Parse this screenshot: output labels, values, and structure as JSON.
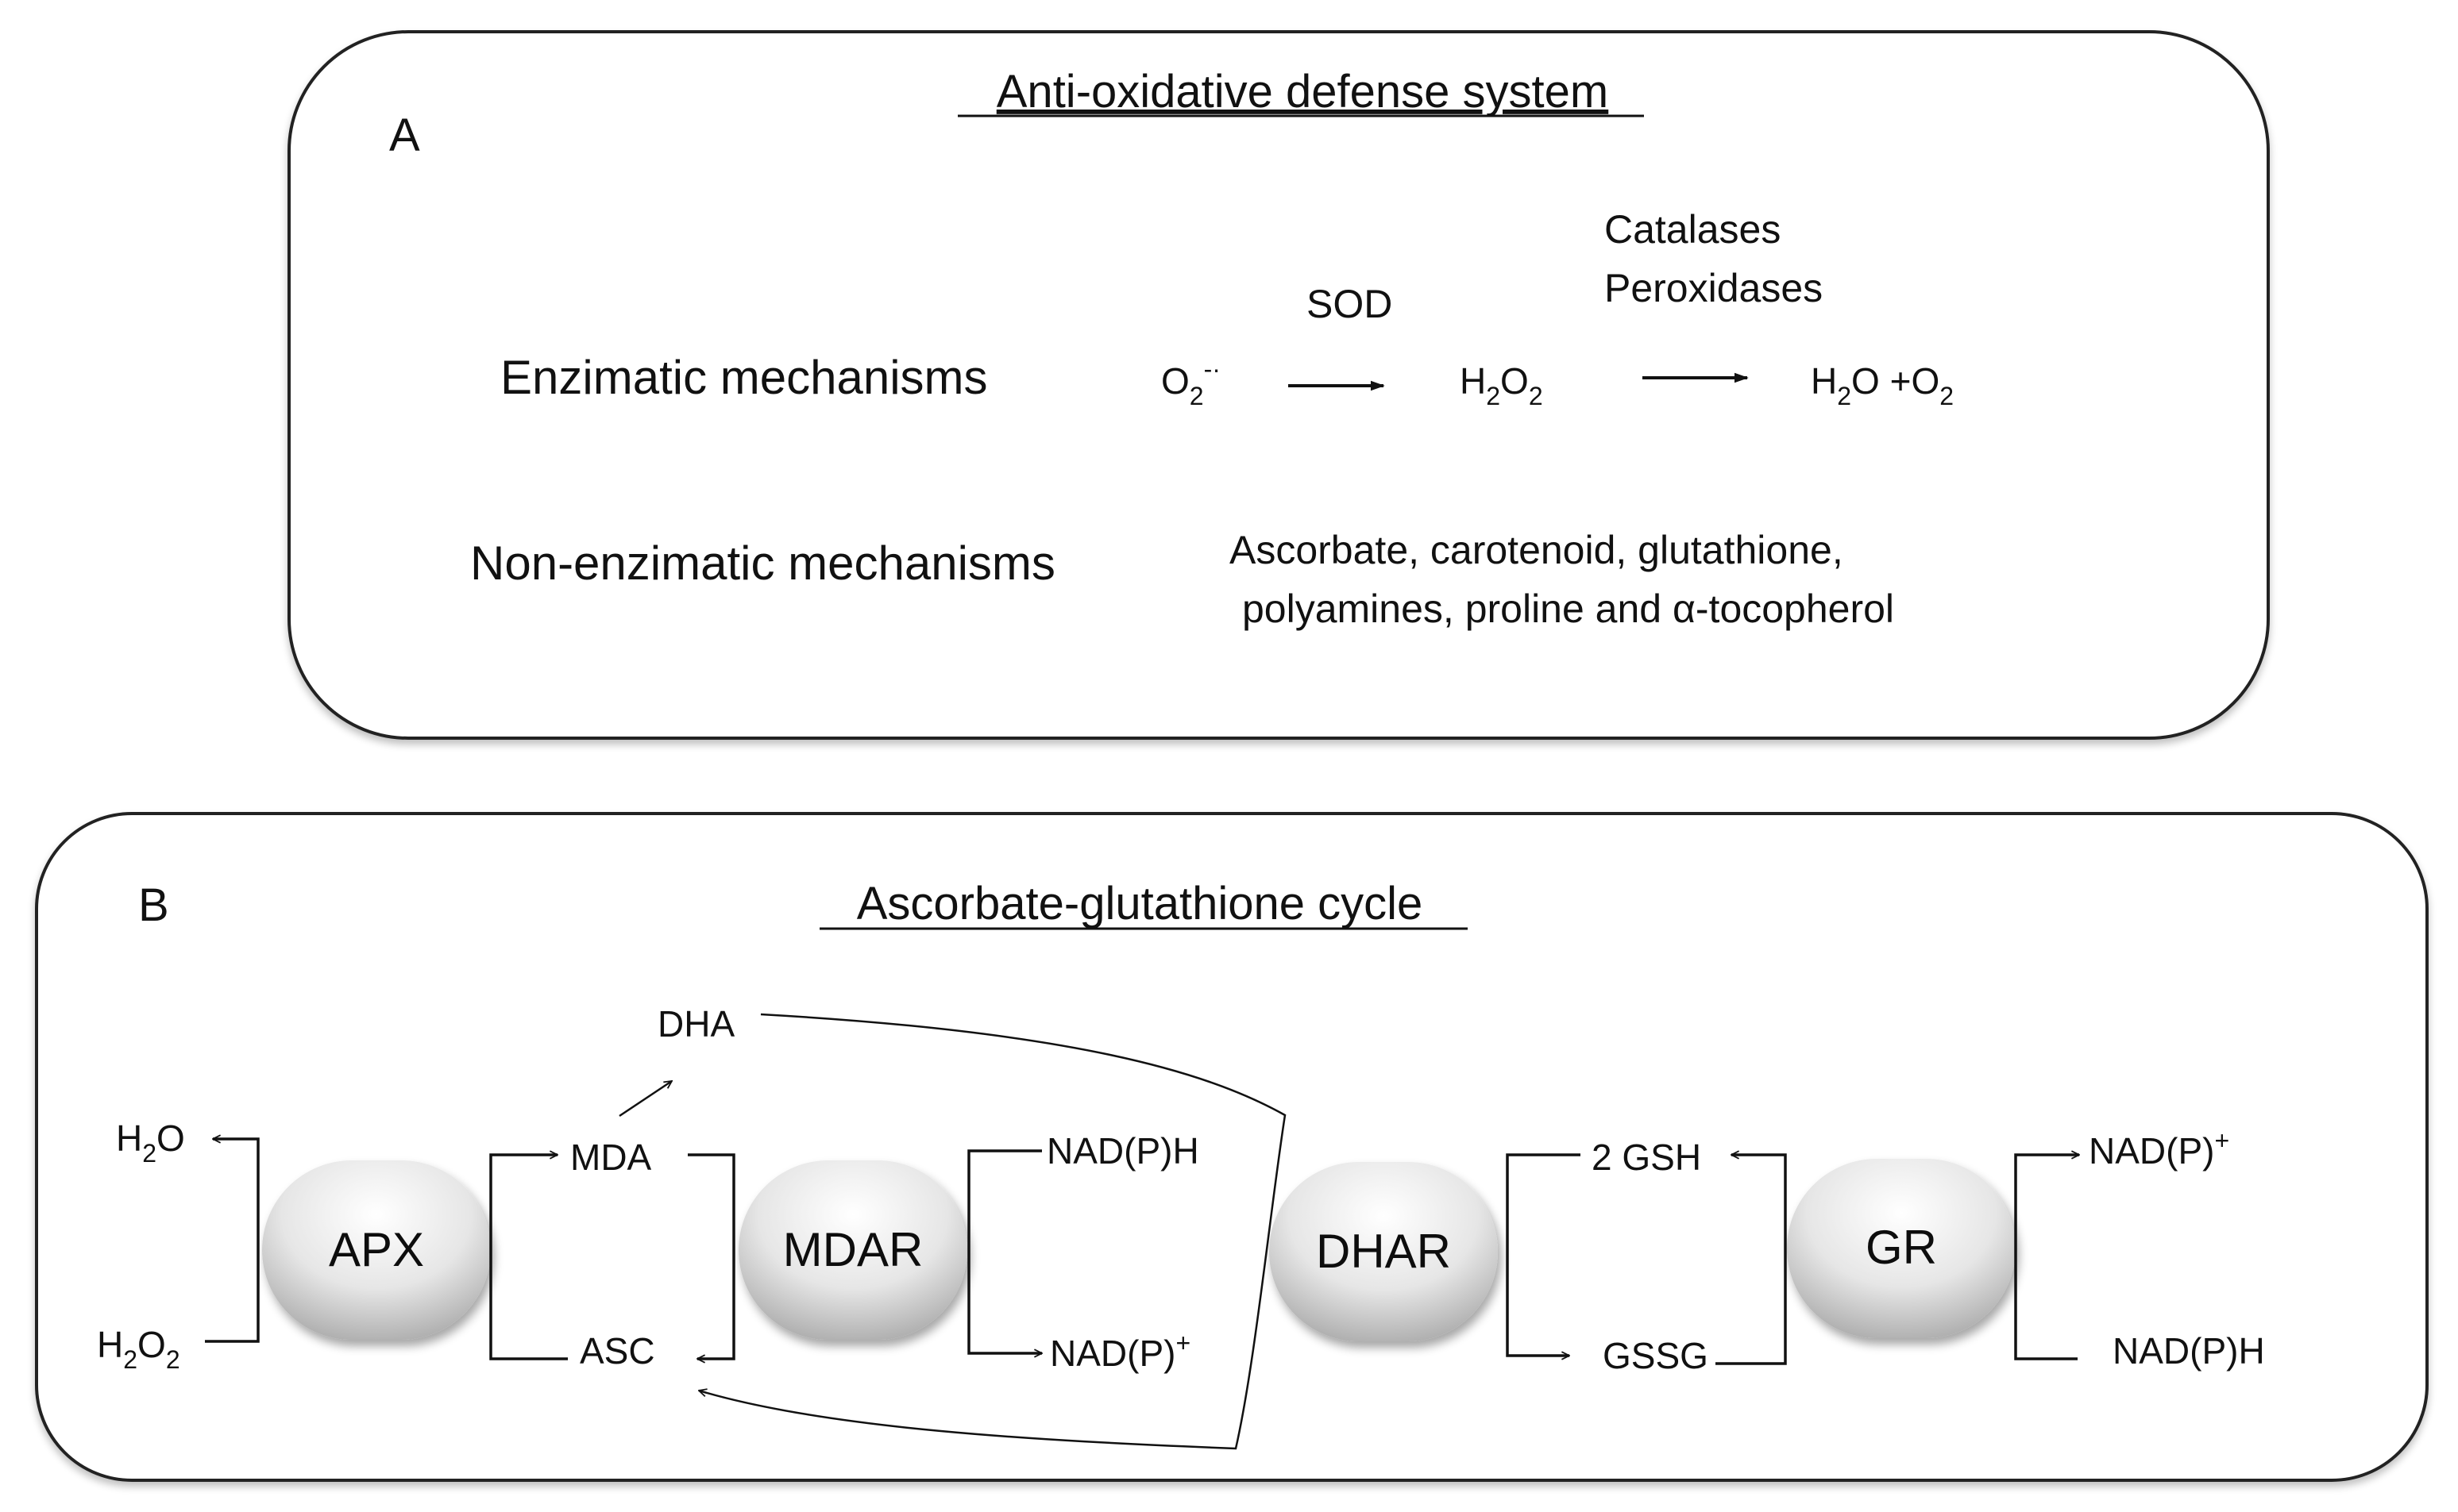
{
  "panel_a": {
    "letter": "A",
    "title": "Anti-oxidative defense system",
    "row1_label": "Enzimatic mechanisms",
    "superoxide": "O",
    "superoxide_sub": "2",
    "superoxide_sup": "-·",
    "enzyme_sod": "SOD",
    "h2o2": "H",
    "h2o2_sub1": "2",
    "h2o2_mid": "O",
    "h2o2_sub2": "2",
    "enzyme_catalases": "Catalases",
    "enzyme_peroxidases": "Peroxidases",
    "products_h": "H",
    "products_sub1": "2",
    "products_rest": "O +O",
    "products_sub2": "2",
    "row2_label": "Non-enzimatic mechanisms",
    "nonenz_line1": "Ascorbate, carotenoid, glutathione,",
    "nonenz_line2": "polyamines, proline and α-tocopherol"
  },
  "panel_b": {
    "letter": "B",
    "title": "Ascorbate-glutathione cycle",
    "enzymes": {
      "apx": "APX",
      "mdar": "MDAR",
      "dhar": "DHAR",
      "gr": "GR"
    },
    "h2o": {
      "a": "H",
      "sub": "2",
      "b": "O"
    },
    "h2o2": {
      "a": "H",
      "sub1": "2",
      "b": "O",
      "sub2": "2"
    },
    "mda": "MDA",
    "asc": "ASC",
    "dha": "DHA",
    "nadph_left": "NAD(P)H",
    "nadp_left": "NAD(P)",
    "nadp_left_sup": "+",
    "gsh": "2 GSH",
    "gssg": "GSSG",
    "nadp_right": "NAD(P)",
    "nadp_right_sup": "+",
    "nadph_right": "NAD(P)H"
  }
}
